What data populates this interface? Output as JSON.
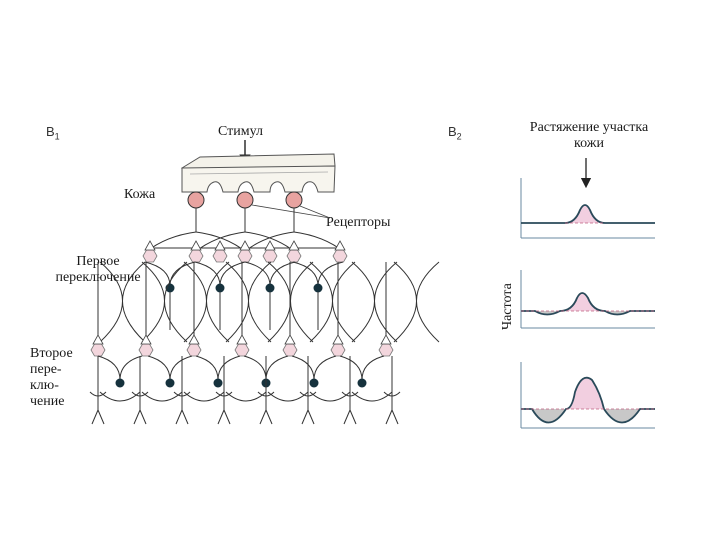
{
  "panels": {
    "b1": {
      "letter": "B",
      "index": "1"
    },
    "b2": {
      "letter": "B",
      "index": "2"
    }
  },
  "labels": {
    "stimulus": "Стимул",
    "skin": "Кожа",
    "receptors": "Рецепторы",
    "first_relay": [
      "Первое",
      "переключение"
    ],
    "second_relay": [
      "Второе",
      "пере-",
      "клю-",
      "чение"
    ],
    "stretch": [
      "Растяжение участка",
      "кожи"
    ],
    "frequency_axis": "Частота"
  },
  "colors": {
    "receptor": "#e8a3a0",
    "excitatory_neuron": "#f3d6dd",
    "inhibitory_neuron": "#16323d",
    "curve": "#2a4a5a",
    "excitation_fill": "#f2cfe0",
    "inhibition_fill": "#c8c8c8",
    "skin_fill": "#f4f2ea"
  }
}
